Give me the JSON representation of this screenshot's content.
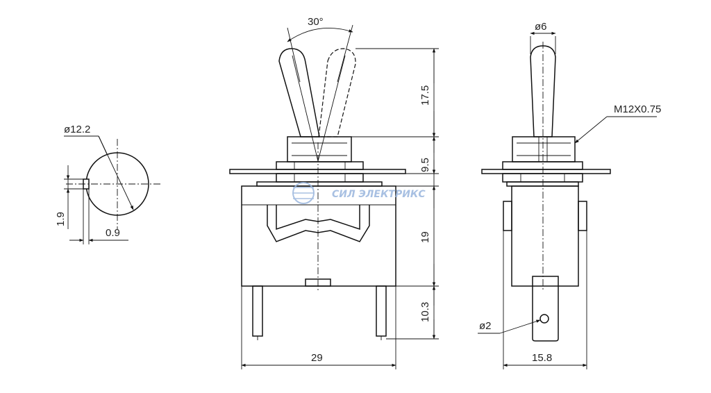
{
  "front_view": {
    "angle": "30°",
    "lever_height": "17.5",
    "bushing_height": "9.5",
    "body_height": "19",
    "terminal_length": "10.3",
    "width": "29"
  },
  "side_view": {
    "lever_diameter": "ø6",
    "thread": "M12X0.75",
    "terminal_hole": "ø2",
    "width": "15.8"
  },
  "detail_view": {
    "diameter": "ø12.2",
    "key_height": "1.9",
    "key_width": "0.9"
  },
  "watermark": {
    "text": "СИЛ ЭЛЕКТРИКС",
    "color": "#9ab6dd"
  }
}
